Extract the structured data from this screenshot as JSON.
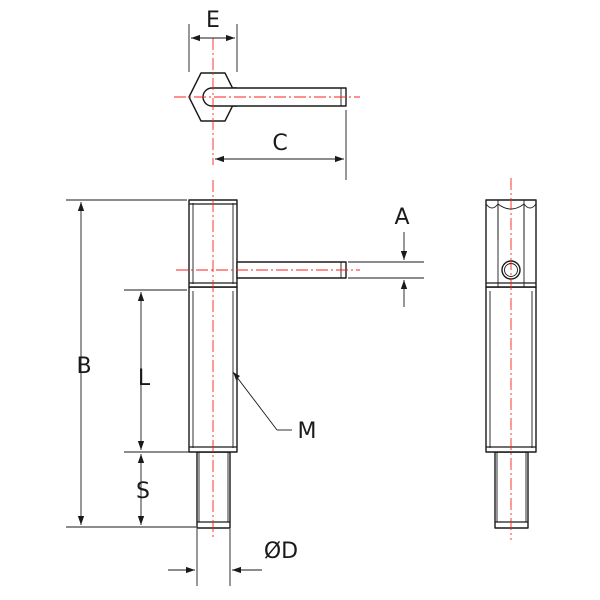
{
  "labels": {
    "e": "E",
    "c": "C",
    "a": "A",
    "b": "B",
    "l": "L",
    "m": "M",
    "s": "S",
    "d": "ØD"
  },
  "colors": {
    "outline": "#1a1a1a",
    "centerline": "#ff1f1f",
    "background": "#ffffff"
  }
}
